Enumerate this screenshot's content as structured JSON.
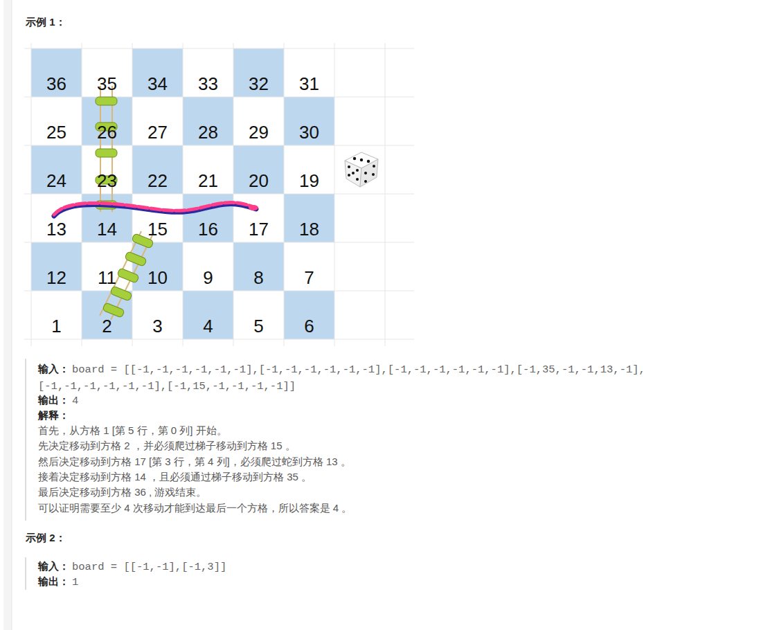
{
  "diagram": {
    "nodes": [
      {
        "text": [
          "36"
        ]
      },
      {
        "text": [
          "35"
        ]
      },
      {
        "text": [
          "34"
        ]
      },
      {
        "text": [
          "33"
        ]
      },
      {
        "text": [
          "32"
        ]
      },
      {
        "text": [
          "31"
        ]
      },
      {
        "text": [
          "25"
        ]
      },
      {
        "text": [
          "26"
        ]
      },
      {
        "text": [
          "27"
        ]
      },
      {
        "text": [
          "28"
        ]
      },
      {
        "text": [
          "29"
        ]
      },
      {
        "text": [
          "30"
        ]
      },
      {
        "text": [
          "24"
        ]
      },
      {
        "text": [
          "23"
        ]
      },
      {
        "text": [
          "22"
        ]
      },
      {
        "text": [
          "21"
        ]
      },
      {
        "text": [
          "20"
        ]
      },
      {
        "text": [
          "19"
        ]
      },
      {
        "text": [
          "13"
        ]
      },
      {
        "text": [
          "14"
        ]
      },
      {
        "text": [
          "15"
        ]
      },
      {
        "text": [
          "16"
        ]
      },
      {
        "text": [
          "17"
        ]
      },
      {
        "text": [
          "18"
        ]
      },
      {
        "text": [
          "12"
        ]
      },
      {
        "text": [
          "11"
        ]
      },
      {
        "text": [
          "10"
        ]
      },
      {
        "text": [
          "9"
        ]
      },
      {
        "text": [
          "8"
        ]
      },
      {
        "text": [
          "7"
        ]
      },
      {
        "text": [
          "1"
        ]
      },
      {
        "text": [
          "2"
        ]
      },
      {
        "text": [
          "3"
        ]
      },
      {
        "text": [
          "4"
        ]
      },
      {
        "text": [
          "5"
        ]
      },
      {
        "text": [
          "6"
        ]
      }
    ],
    "labels": [
      "示例 1：",
      "输入：",
      "board = [[-1,-1,-1,-1,-1,-1],[-1,-1,-1,-1,-1,-1],[-1,-1,-1,-1,-1,-1],[-1,35,-1,-1,13,-1], [-1,-1,-1,-1,-1,-1],[-1,15,-1,-1,-1,-1]]",
      "输出：",
      "4",
      "解释：",
      "首先，从方格 1 [第 5 行，第 0 列] 开始。",
      "先决定移动到方格 2 ，并必须爬过梯子移动到方格 15 。",
      "然后决定移动到方格 17 [第 3 行，第 4 列]，必须爬过蛇到方格 13 。",
      "接着决定移动到方格 14 ，且必须通过梯子移动到方格 35 。",
      "最后决定移动到方格 36 , 游戏结束。",
      "可以证明需要至少 4 次移动才能到达最后一个方格，所以答案是 4 。",
      "示例 2：",
      "输入：",
      "board = [[-1,-1],[-1,3]]",
      "输出：",
      "1"
    ]
  }
}
